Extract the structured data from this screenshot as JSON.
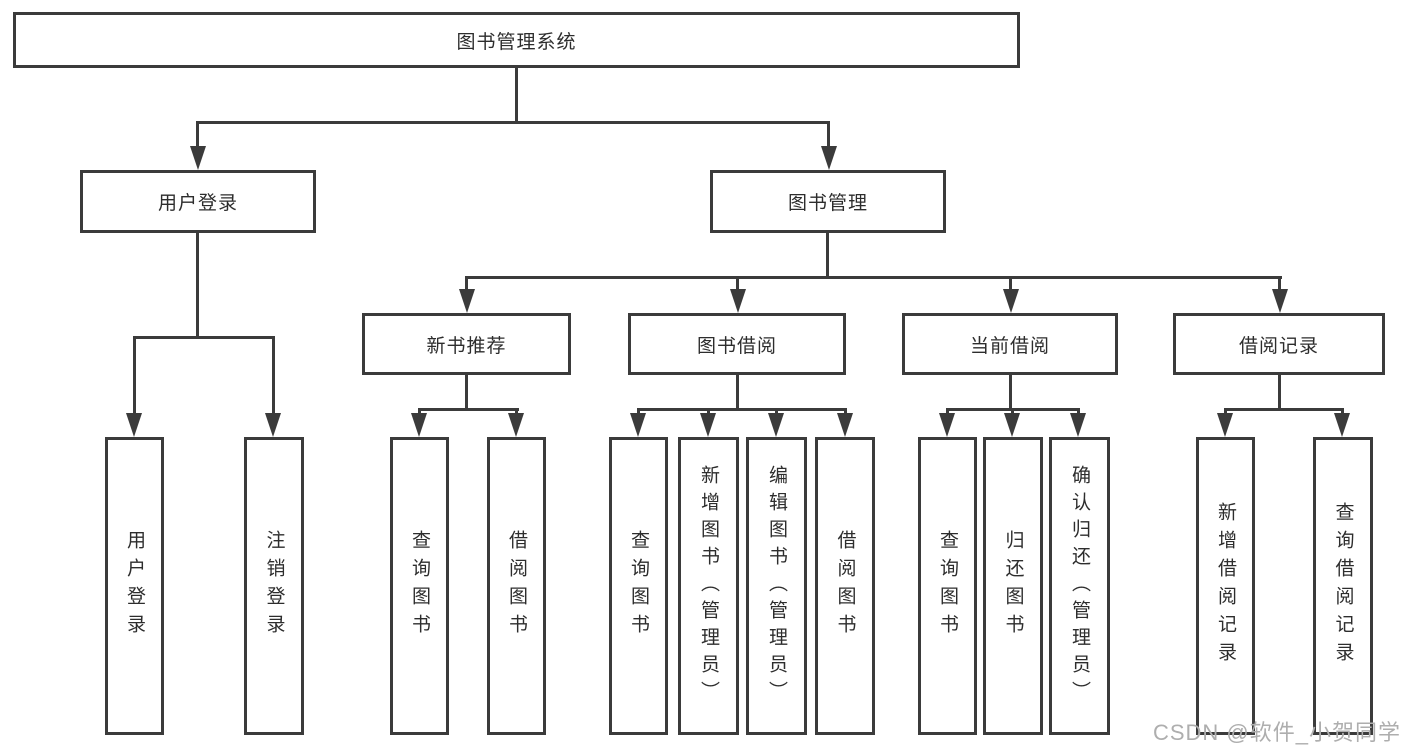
{
  "tree": {
    "root": {
      "label": "图书管理系统"
    },
    "branches": [
      {
        "label": "用户登录",
        "children": [
          {
            "label": "用户登录"
          },
          {
            "label": "注销登录"
          }
        ]
      },
      {
        "label": "图书管理",
        "children": [
          {
            "label": "新书推荐",
            "children": [
              {
                "label": "查询图书"
              },
              {
                "label": "借阅图书"
              }
            ]
          },
          {
            "label": "图书借阅",
            "children": [
              {
                "label": "查询图书"
              },
              {
                "label": "新增图书（管理员）"
              },
              {
                "label": "编辑图书（管理员）"
              },
              {
                "label": "借阅图书"
              }
            ]
          },
          {
            "label": "当前借阅",
            "children": [
              {
                "label": "查询图书"
              },
              {
                "label": "归还图书"
              },
              {
                "label": "确认归还（管理员）"
              }
            ]
          },
          {
            "label": "借阅记录",
            "children": [
              {
                "label": "新增借阅记录"
              },
              {
                "label": "查询借阅记录"
              }
            ]
          }
        ]
      }
    ]
  },
  "colors": {
    "line": "#3b3b3b",
    "text": "#2d2d2d",
    "watermark_text": "#aeaeae"
  },
  "watermark": {
    "text": "CSDN @软件_小贺同学"
  }
}
